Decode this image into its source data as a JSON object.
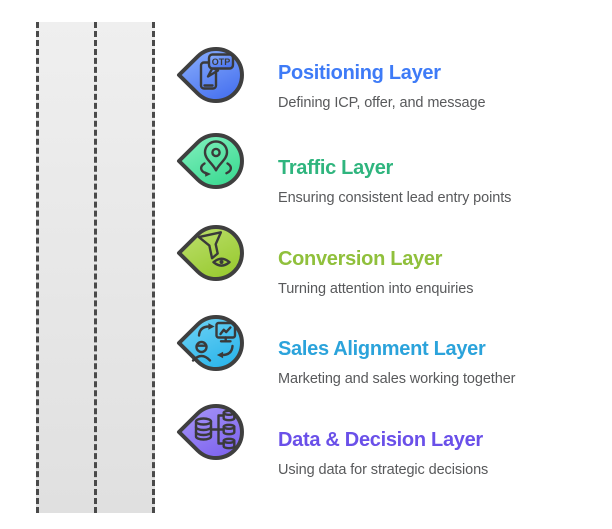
{
  "canvas": {
    "background": "#ffffff"
  },
  "colors": {
    "icon_outline": "#3F3F3F",
    "icon_glyph": "#3A3A3A",
    "description": "#58595B"
  },
  "road": {
    "fill": "#E9E9E9",
    "dash_color": "#4A4A4A"
  },
  "layers": [
    {
      "title": "Positioning Layer",
      "description": "Defining ICP, offer, and message",
      "title_color": "#3E7BF7",
      "icon": "otp-phone-icon",
      "icon_badge_text": "OTP",
      "icon_fill_light": "#8DB1FC",
      "icon_fill_dark": "#4A74F0"
    },
    {
      "title": "Traffic Layer",
      "description": "Ensuring consistent lead entry points",
      "title_color": "#2FB57E",
      "icon": "location-pin-arrows-icon",
      "icon_fill_light": "#86F1C1",
      "icon_fill_dark": "#3FDB94"
    },
    {
      "title": "Conversion Layer",
      "description": "Turning attention into enquiries",
      "title_color": "#90C03C",
      "icon": "funnel-eye-icon",
      "icon_fill_light": "#BEE06F",
      "icon_fill_dark": "#9ACB33"
    },
    {
      "title": "Sales Alignment Layer",
      "description": "Marketing and sales working together",
      "title_color": "#2BA3DB",
      "icon": "person-monitor-sync-icon",
      "icon_fill_light": "#72D4F5",
      "icon_fill_dark": "#2EB6EB"
    },
    {
      "title": "Data & Decision Layer",
      "description": "Using data for strategic decisions",
      "title_color": "#6A50E9",
      "icon": "database-network-icon",
      "icon_fill_light": "#A898F7",
      "icon_fill_dark": "#8066EF"
    }
  ]
}
